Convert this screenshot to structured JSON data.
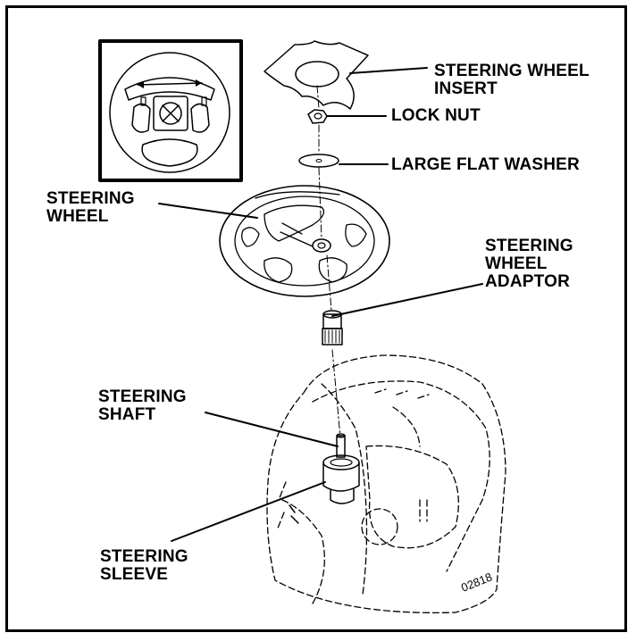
{
  "labels": {
    "wheel_insert": [
      "STEERING WHEEL",
      "INSERT"
    ],
    "lock_nut": "LOCK NUT",
    "washer": "LARGE FLAT WASHER",
    "steering_wheel": [
      "STEERING",
      "WHEEL"
    ],
    "adaptor": [
      "STEERING",
      "WHEEL",
      "ADAPTOR"
    ],
    "shaft": [
      "STEERING",
      "SHAFT"
    ],
    "sleeve": [
      "STEERING",
      "SLEEVE"
    ]
  },
  "figure_code": "02818"
}
